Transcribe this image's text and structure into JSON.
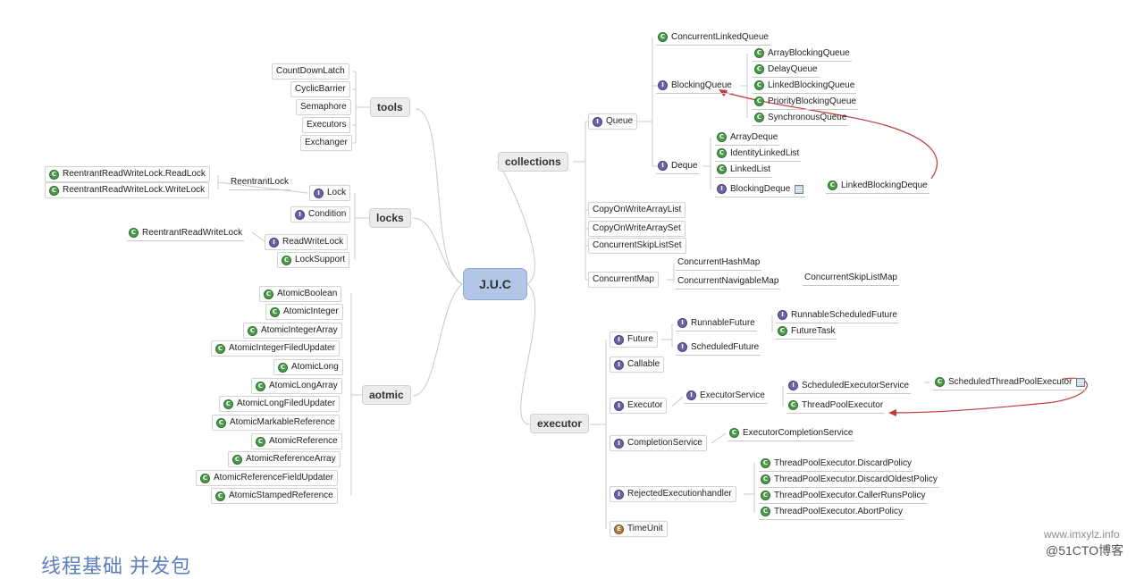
{
  "root": "J.U.C",
  "branches": {
    "tools": {
      "label": "tools",
      "items": [
        "CountDownLatch",
        "CyclicBarrier",
        "Semaphore",
        "Executors",
        "Exchanger"
      ]
    },
    "locks": {
      "label": "locks",
      "lock": "Lock",
      "reentrant_lock": "ReentrantLock",
      "read_lock": "ReentrantReadWriteLock.ReadLock",
      "write_lock": "ReentrantReadWriteLock.WriteLock",
      "condition": "Condition",
      "read_write_lock": "ReadWriteLock",
      "reentrant_read_write_lock": "ReentrantReadWriteLock",
      "lock_support": "LockSupport"
    },
    "aotmic": {
      "label": "aotmic",
      "items": [
        "AtomicBoolean",
        "AtomicInteger",
        "AtomicIntegerArray",
        "AtomicIntegerFiledUpdater",
        "AtomicLong",
        "AtomicLongArray",
        "AtomicLongFiledUpdater",
        "AtomicMarkableReference",
        "AtomicReference",
        "AtomicReferenceArray",
        "AtomicReferenceFieldUpdater",
        "AtomicStampedReference"
      ]
    },
    "collections": {
      "label": "collections",
      "queue": "Queue",
      "concurrent_linked_queue": "ConcurrentLinkedQueue",
      "blocking_queue": "BlockingQueue",
      "blocking_queue_items": [
        "ArrayBlockingQueue",
        "DelayQueue",
        "LinkedBlockingQueue",
        "PriorityBlockingQueue",
        "SynchronousQueue"
      ],
      "deque": "Deque",
      "deque_items": [
        "ArrayDeque",
        "IdentityLinkedList",
        "LinkedList"
      ],
      "blocking_deque": "BlockingDeque",
      "linked_blocking_deque": "LinkedBlockingDeque",
      "copy_on_write_array_list": "CopyOnWriteArrayList",
      "copy_on_write_array_set": "CopyOnWriteArraySet",
      "concurrent_skip_list_set": "ConcurrentSkipListSet",
      "concurrent_map": "ConcurrentMap",
      "concurrent_hash_map": "ConcurrentHashMap",
      "concurrent_navigable_map": "ConcurrentNavigableMap",
      "concurrent_skip_list_map": "ConcurrentSkipListMap"
    },
    "executor": {
      "label": "executor",
      "future": "Future",
      "runnable_future": "RunnableFuture",
      "runnable_scheduled_future": "RunnableScheduledFuture",
      "future_task": "FutureTask",
      "scheduled_future": "ScheduledFuture",
      "callable": "Callable",
      "executor": "Executor",
      "executor_service": "ExecutorService",
      "scheduled_executor_service": "ScheduledExecutorService",
      "scheduled_thread_pool_executor": "ScheduledThreadPoolExecutor",
      "thread_pool_executor": "ThreadPoolExecutor",
      "completion_service": "CompletionService",
      "executor_completion_service": "ExecutorCompletionService",
      "rejected_handler": "RejectedExecutionhandler",
      "policies": [
        "ThreadPoolExecutor.DiscardPolicy",
        "ThreadPoolExecutor.DiscardOldestPolicy",
        "ThreadPoolExecutor.CallerRunsPolicy",
        "ThreadPoolExecutor.AbortPolicy"
      ],
      "time_unit": "TimeUnit"
    }
  },
  "watermarks": {
    "site": "www.imxylz.info",
    "blog": "@51CTO博客"
  },
  "cut_title": "线程基础 并发包",
  "colors": {
    "root_fill": "#b3c6e7",
    "class_icon": "#4b9b4b",
    "interface_icon": "#6a63a8",
    "enum_icon": "#b07a3b",
    "relation_arrow": "#c0393b",
    "connector": "#c8c8c8"
  }
}
